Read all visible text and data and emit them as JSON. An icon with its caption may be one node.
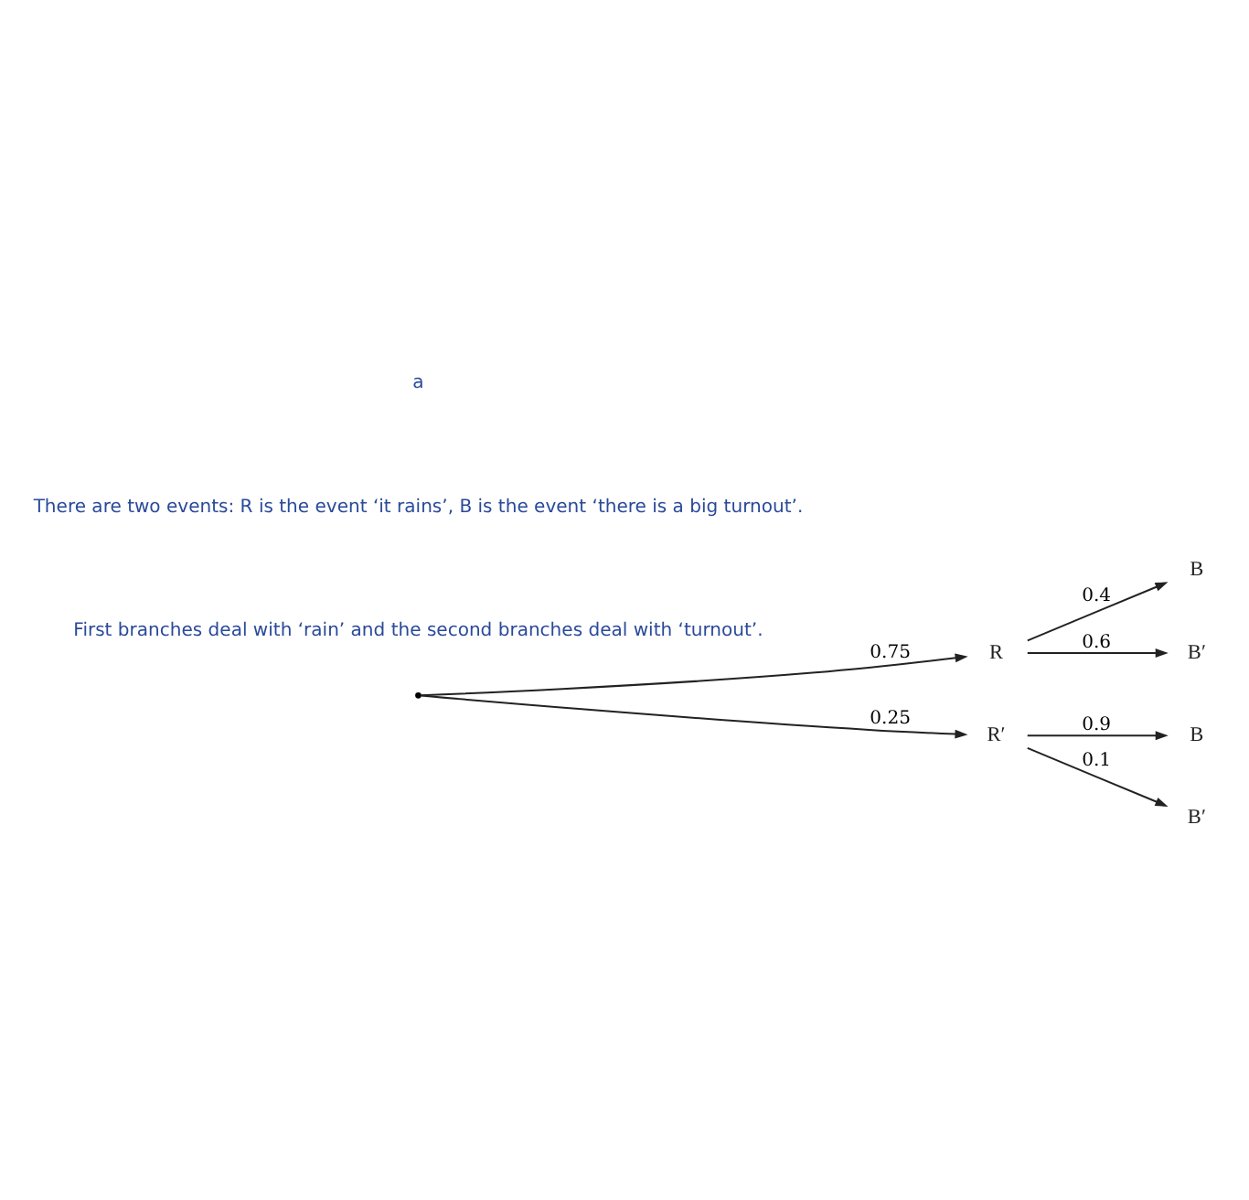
{
  "diagram": {
    "nodes": [
      {
        "text": [],
        "shape": "point"
      },
      {
        "text": [
          "R"
        ]
      },
      {
        "text": [
          "R′"
        ]
      },
      {
        "text": [
          "B"
        ]
      },
      {
        "text": [
          "B′"
        ]
      },
      {
        "text": [
          "B"
        ]
      },
      {
        "text": [
          "B′"
        ]
      }
    ],
    "edges": [
      {
        "from": 0,
        "to": 1,
        "arrow": "to",
        "label": "0.75"
      },
      {
        "from": 0,
        "to": 2,
        "arrow": "to",
        "label": "0.25"
      },
      {
        "from": 1,
        "to": 3,
        "arrow": "to",
        "label": "0.4"
      },
      {
        "from": 1,
        "to": 4,
        "arrow": "to",
        "label": "0.6"
      },
      {
        "from": 2,
        "to": 5,
        "arrow": "to",
        "label": "0.9"
      },
      {
        "from": 2,
        "to": 6,
        "arrow": "to",
        "label": "0.1"
      }
    ],
    "labels": [
      "a",
      "There are two events: R is the event ‘it rains’, B is the event ‘there is a big turnout’.",
      "First branches deal with ‘rain’ and the second branches deal with ‘turnout’."
    ]
  }
}
